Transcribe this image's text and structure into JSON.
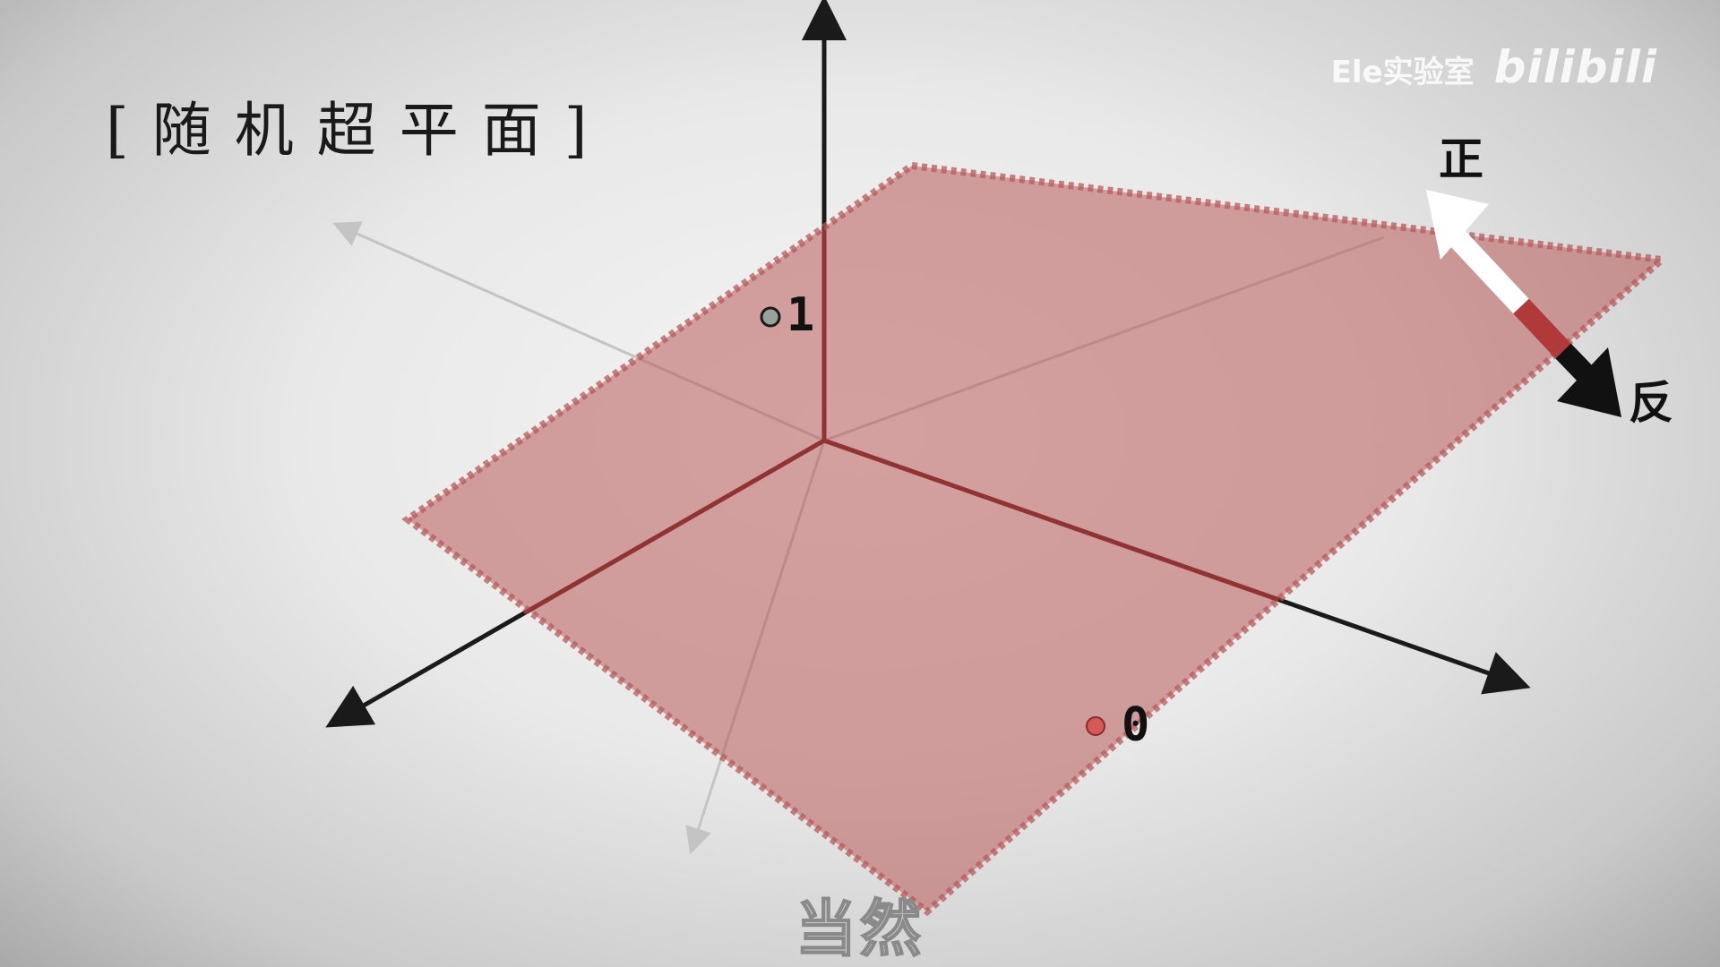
{
  "title": "[随机超平面]",
  "watermark": {
    "channel": "Ele实验室",
    "logo": "bilibili"
  },
  "points": [
    {
      "label": "1",
      "side": "positive",
      "color": "#9aa09a"
    },
    {
      "label": "0",
      "side": "negative",
      "color": "#d45a5a"
    }
  ],
  "normal_arrow": {
    "positive_label": "正",
    "negative_label": "反"
  },
  "subtitle": "当然",
  "colors": {
    "plane_fill": "#b85a5a",
    "axis": "#1a1a1a",
    "arrow_white": "#ffffff",
    "arrow_red": "#b03a3a",
    "arrow_black": "#111111"
  }
}
